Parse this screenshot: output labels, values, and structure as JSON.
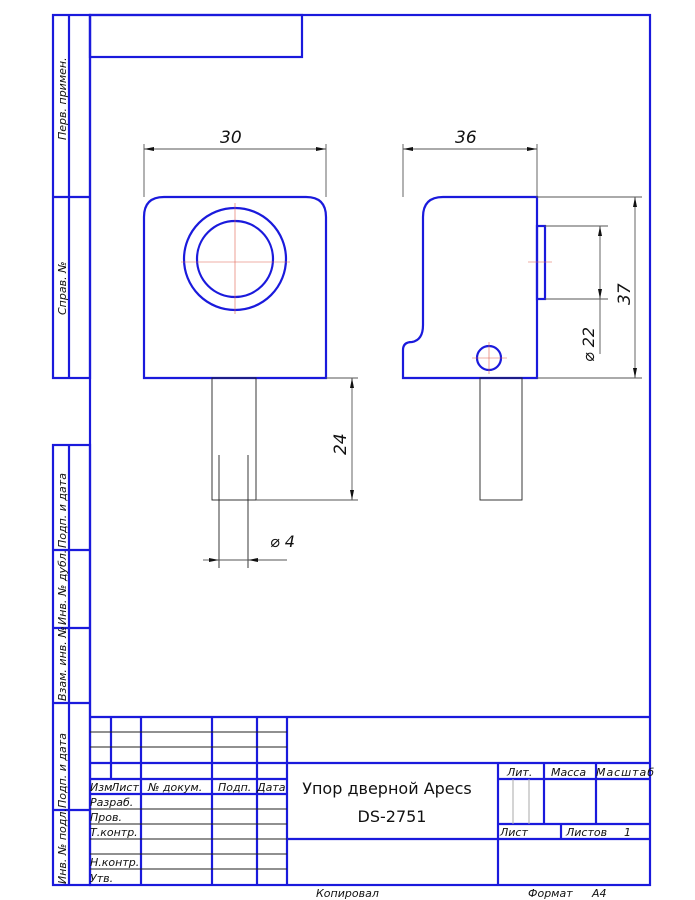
{
  "side_strip": {
    "perv_primen": "Перв. примен.",
    "sprav_no": "Справ. №",
    "podp_data_1": "Подп. и дата",
    "inv_dubl": "Инв. № дубл.",
    "vzam_inv": "Взам. инв. №",
    "podp_data_2": "Подп. и дата",
    "inv_podl": "Инв. № подл."
  },
  "dimensions": {
    "front_width": "30",
    "side_width": "36",
    "stem_length": "24",
    "stem_diameter": "⌀ 4",
    "flange_diameter": "⌀ 22",
    "height": "37"
  },
  "title_block": {
    "col_izm": "Изм",
    "col_list": "Лист",
    "col_doc": "№ докум.",
    "col_podp": "Подп.",
    "col_data": "Дата",
    "razrab": "Разраб.",
    "prov": "Пров.",
    "tkontr": "Т.контр.",
    "nkontr": "Н.контр.",
    "utv": "Утв.",
    "title_line1": "Упор дверной Apecs",
    "title_line2": "DS-2751",
    "lit": "Лит.",
    "massa": "Масса",
    "masshtab": "Масштаб",
    "list": "Лист",
    "listov": "Листов",
    "listov_value": "1",
    "kopiroval": "Копировал",
    "format": "Формат",
    "format_value": "A4"
  },
  "colors": {
    "frame": "#1a1adc",
    "centerline": "#e06050"
  }
}
